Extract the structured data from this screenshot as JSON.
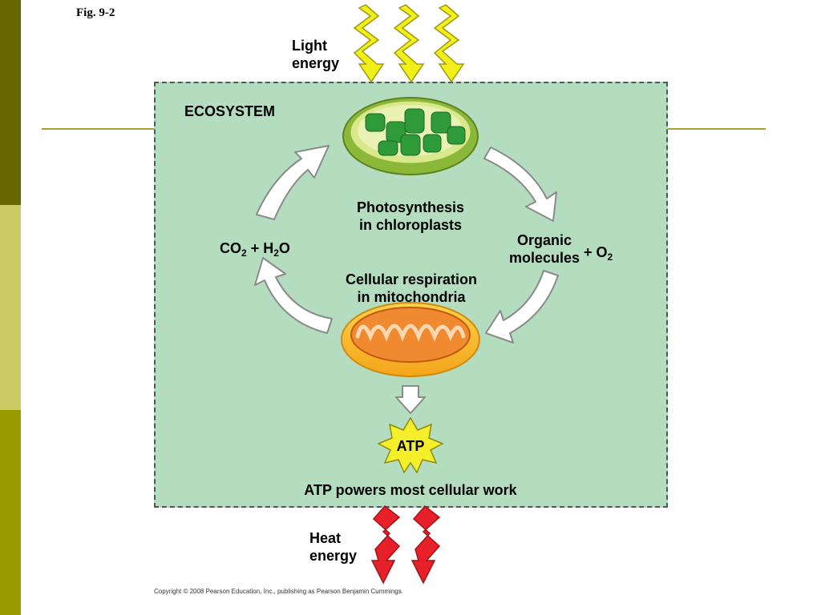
{
  "figure_label": "Fig. 9-2",
  "light_energy": [
    "Light",
    "energy"
  ],
  "ecosystem": "ECOSYSTEM",
  "photosynthesis": [
    "Photosynthesis",
    "in chloroplasts"
  ],
  "respiration": [
    "Cellular respiration",
    "in mitochondria"
  ],
  "inputs": {
    "co": "CO",
    "co_sub": "2",
    "plus": " + H",
    "h_sub": "2",
    "o": "O"
  },
  "outputs": {
    "line1": "Organic",
    "line2": "molecules",
    "plus_o": "+ O",
    "o_sub": "2"
  },
  "atp": "ATP",
  "atp_caption": "ATP powers most cellular work",
  "heat_energy": [
    "Heat",
    "energy"
  ],
  "copyright": "Copyright © 2008 Pearson Education, Inc., publishing as Pearson Benjamin Cummings.",
  "colors": {
    "ecosystem_bg": "#b3ddbe",
    "light_bolt": "#f2ee1a",
    "heat_bolt": "#e8202a",
    "atp_star": "#f4ef2a"
  }
}
